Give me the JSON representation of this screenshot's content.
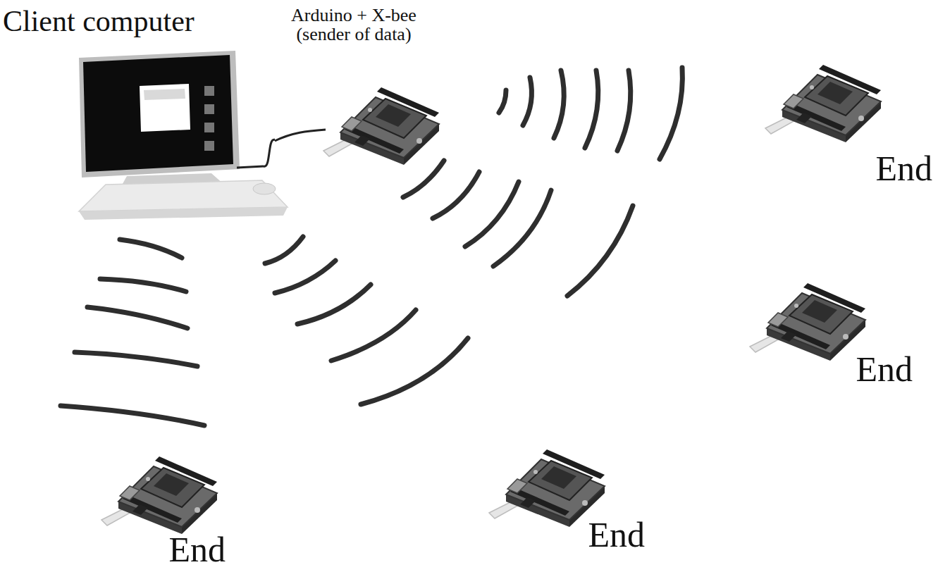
{
  "diagram": {
    "nodes": [
      {
        "text": [
          "Client computer"
        ]
      },
      {
        "text": [
          "Arduino + X-bee (sender of data)"
        ]
      },
      {
        "text": [
          "End"
        ]
      },
      {
        "text": [
          "End"
        ]
      },
      {
        "text": [
          "End"
        ]
      },
      {
        "text": [
          "End"
        ]
      }
    ],
    "edges": [
      {
        "from": 0,
        "to": 1,
        "arrow": "none"
      }
    ]
  }
}
